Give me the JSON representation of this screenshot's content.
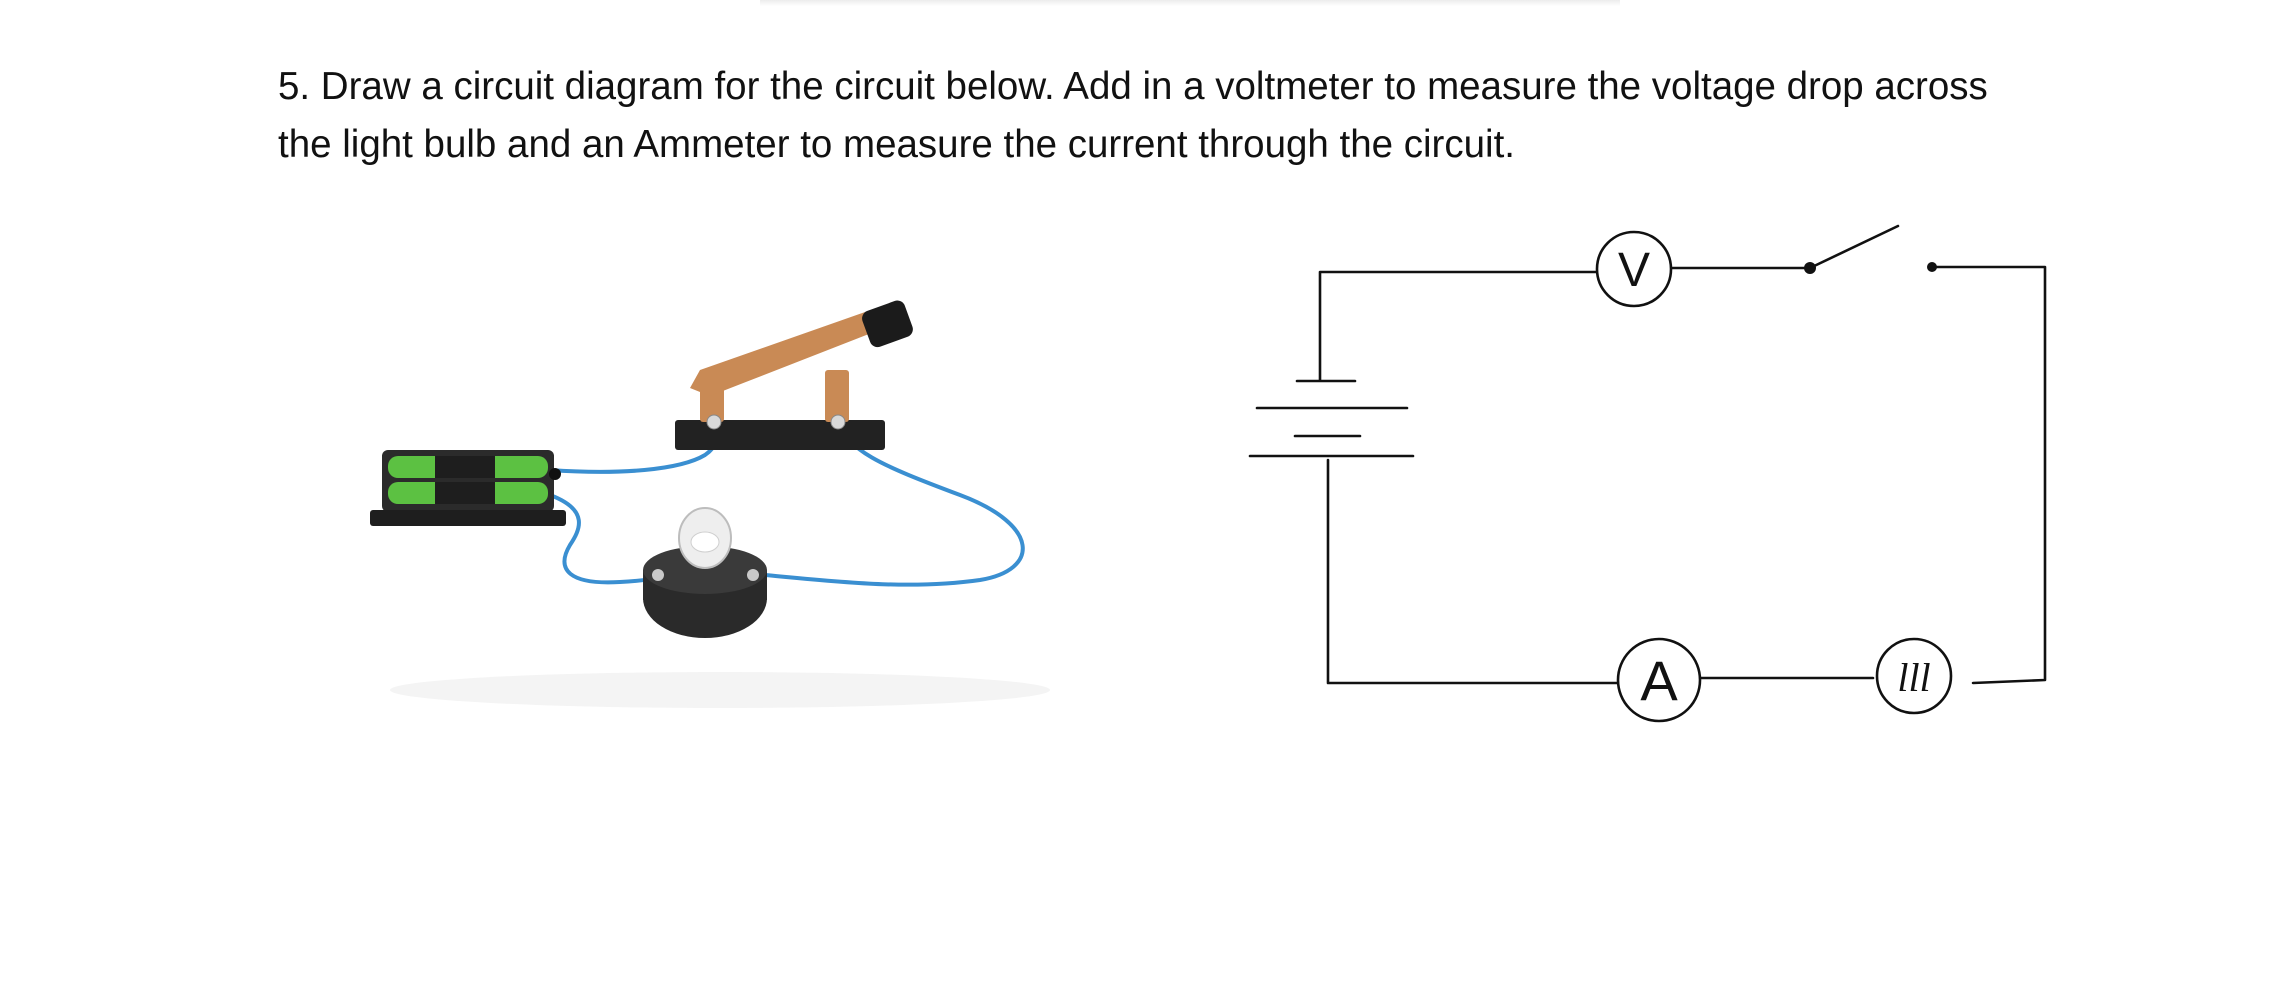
{
  "question": {
    "line1": "5.  Draw a circuit diagram for the circuit below.  Add in a voltmeter to measure the voltage drop across",
    "line2": "the light bulb and an Ammeter to measure the current through the circuit."
  },
  "photo": {
    "components": [
      "battery-holder",
      "knife-switch",
      "light-bulb",
      "wires"
    ],
    "colors": {
      "wire": "#3a8fd1",
      "battery_green": "#5cc142",
      "switch_copper": "#c98a55",
      "dark": "#2b2b2b"
    }
  },
  "diagram": {
    "voltmeter_label": "V",
    "ammeter_label": "A",
    "bulb_label": "lll",
    "line_color": "#111111"
  }
}
